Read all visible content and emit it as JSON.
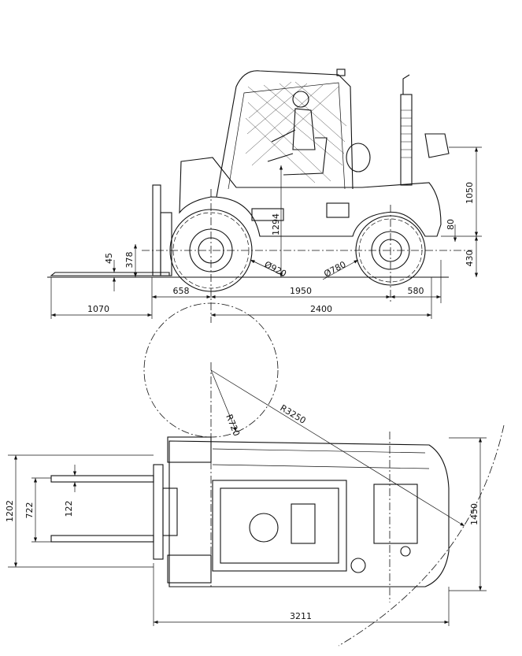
{
  "side_view": {
    "dimensions": {
      "overall_height_to_pivot": "1050",
      "pivot_offset": "80",
      "wheel_center_height": "430",
      "seat_height": "1294",
      "fork_ground_clearance": "45",
      "fork_carriage_height": "378",
      "front_tire_diameter": "Ø920",
      "rear_tire_diameter": "Ø780",
      "front_overhang": "658",
      "wheelbase": "1950",
      "rear_overhang": "580",
      "fork_length": "1070",
      "length_to_fork_face": "2400"
    }
  },
  "top_view": {
    "dimensions": {
      "inner_turning_radius": "R720",
      "outer_turning_radius": "R3250",
      "fork_outer_width": "1202",
      "fork_spread": "722",
      "fork_width": "122",
      "overall_width": "1450",
      "overall_length": "3211"
    }
  }
}
